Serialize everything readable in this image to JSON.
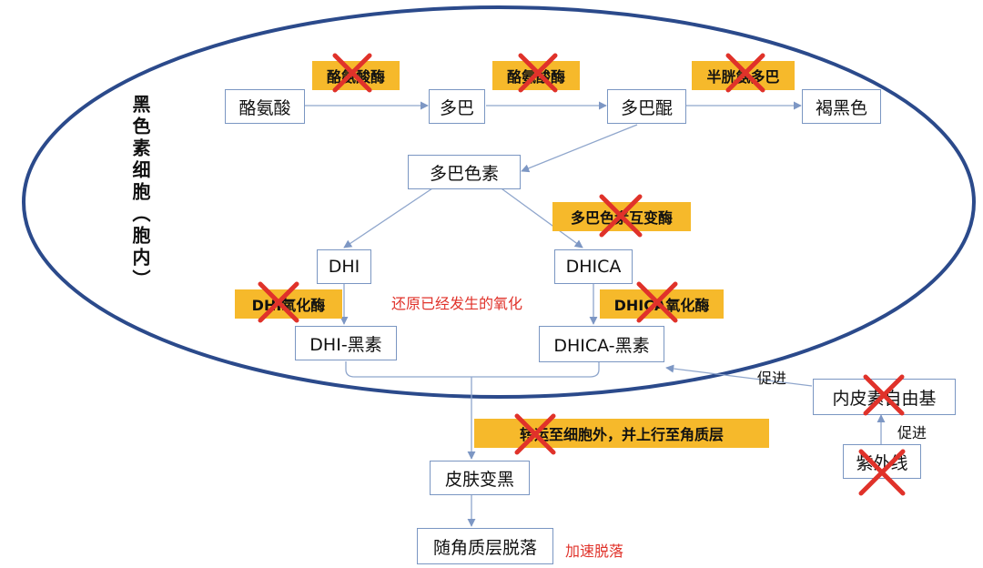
{
  "cell_label": "黑色素细胞（胞内）",
  "nodes": {
    "tyrosine": "酪氨酸",
    "dopa": "多巴",
    "dopaquinone": "多巴醌",
    "pheomelanin": "褐黑色",
    "dopachrome": "多巴色素",
    "dhi": "DHI",
    "dhica": "DHICA",
    "dhi_melanin": "DHI-黑素",
    "dhica_melanin": "DHICA-黑素",
    "free_radical": "内皮素自由基",
    "uv": "紫外线",
    "skin_darkening": "皮肤变黑",
    "shedding": "随角质层脱落"
  },
  "enzymes": {
    "tyrosinase_1": "酪氨酸酶",
    "tyrosinase_2": "酪氨酸酶",
    "cysteinyl_dopa": "半胱氨多巴",
    "dopachrome_tautomerase": "多巴色素互变酶",
    "dhi_oxidase": "DHI氧化酶",
    "dhica_oxidase": "DHICA氧化酶",
    "transport": "转运至细胞外，并上行至角质层"
  },
  "notes": {
    "reduce_oxidation": "还原已经发生的氧化",
    "accelerate_shedding": "加速脱落",
    "promote_1": "促进",
    "promote_2": "促进"
  },
  "colors": {
    "ellipse": "#2b4a8b",
    "arrow": "#8fa6cc",
    "enzyme_bg": "#f6b92b",
    "cross": "#e0322a",
    "red_text": "#e0322a"
  }
}
